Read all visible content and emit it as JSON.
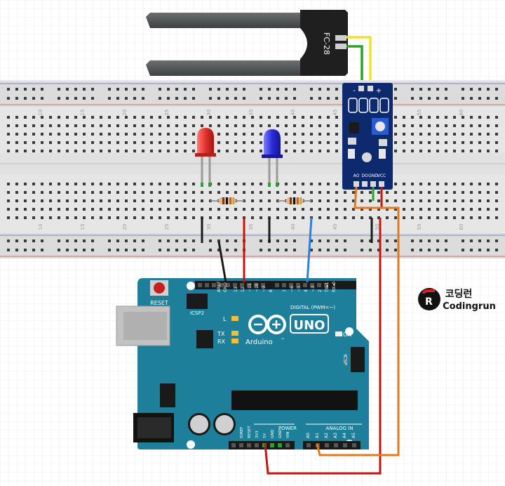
{
  "sensor_probe": {
    "label": "FC-28"
  },
  "sensor_module": {
    "top_pins": {
      "minus": "-",
      "plus": "+"
    },
    "pin_labels": [
      "AO",
      "DO",
      "GND",
      "VCC"
    ]
  },
  "breadboard": {
    "column_numbers": [
      "10",
      "15",
      "20",
      "25",
      "30",
      "35",
      "40",
      "45",
      "50",
      "55",
      "60"
    ]
  },
  "arduino": {
    "reset_label": "RESET",
    "icsp2_label": "ICSP2",
    "icsp_label": "ICSP",
    "brand": "Arduino",
    "tm": "™",
    "model": "UNO",
    "led_l": "L",
    "led_tx": "TX",
    "led_rx": "RX",
    "led_on": "ON",
    "digital_header": "DIGITAL (PWM=~)",
    "aref": "AREF",
    "gnd": "GND",
    "digital_pins": [
      "13",
      "12",
      "~11",
      "~10",
      "~9",
      "8",
      "7",
      "~6",
      "~5",
      "4",
      "~3",
      "2",
      "TX▸1",
      "RX◂0"
    ],
    "power_header": "POWER",
    "power_pins": [
      "IOREF",
      "RESET",
      "3V3",
      "5V",
      "GND",
      "GND",
      "VIN"
    ],
    "analog_header": "ANALOG IN",
    "analog_pins": [
      "A0",
      "A1",
      "A2",
      "A3",
      "A4",
      "A5"
    ]
  },
  "logo": {
    "korean": "코딩런",
    "english": "Codingrun"
  },
  "colors": {
    "board": "#1d7f99",
    "breadboard": "#e8e8e8",
    "red_led": "#e3342f",
    "blue_led": "#2b2bd6",
    "wire_red": "#c4150f",
    "wire_black": "#1a1a1a",
    "wire_blue": "#2f7fe0",
    "wire_orange": "#e07a1e",
    "wire_green": "#2aa12a",
    "wire_yellow": "#f2e22a"
  }
}
